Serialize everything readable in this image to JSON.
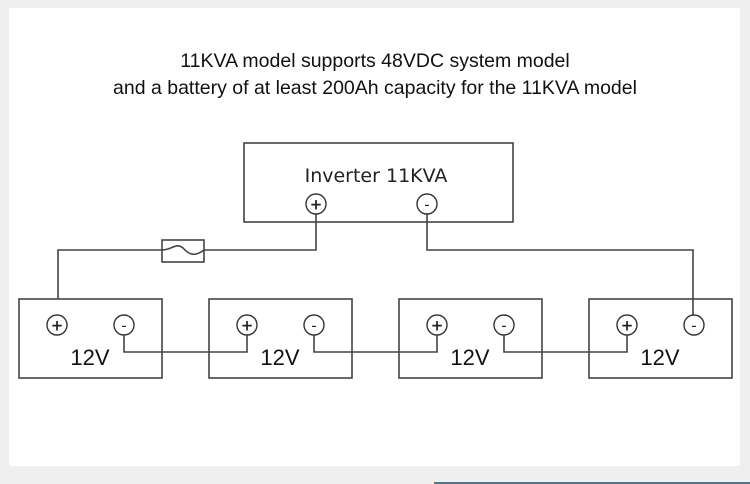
{
  "header": {
    "line1": "11KVA model supports 48VDC system model",
    "line2": "and a battery of at least 200Ah capacity for the 11KVA model"
  },
  "inverter": {
    "label": "Inverter 11KVA",
    "positive_symbol": "+",
    "negative_symbol": "-"
  },
  "fuse": {
    "icon": "fuse-icon"
  },
  "batteries": [
    {
      "label": "12V",
      "positive_symbol": "+",
      "negative_symbol": "-"
    },
    {
      "label": "12V",
      "positive_symbol": "+",
      "negative_symbol": "-"
    },
    {
      "label": "12V",
      "positive_symbol": "+",
      "negative_symbol": "-"
    },
    {
      "label": "12V",
      "positive_symbol": "+",
      "negative_symbol": "-"
    }
  ],
  "colors": {
    "line": "#444444",
    "background": "#efefef",
    "card": "#ffffff",
    "accent_bar": "#4a7a92"
  }
}
